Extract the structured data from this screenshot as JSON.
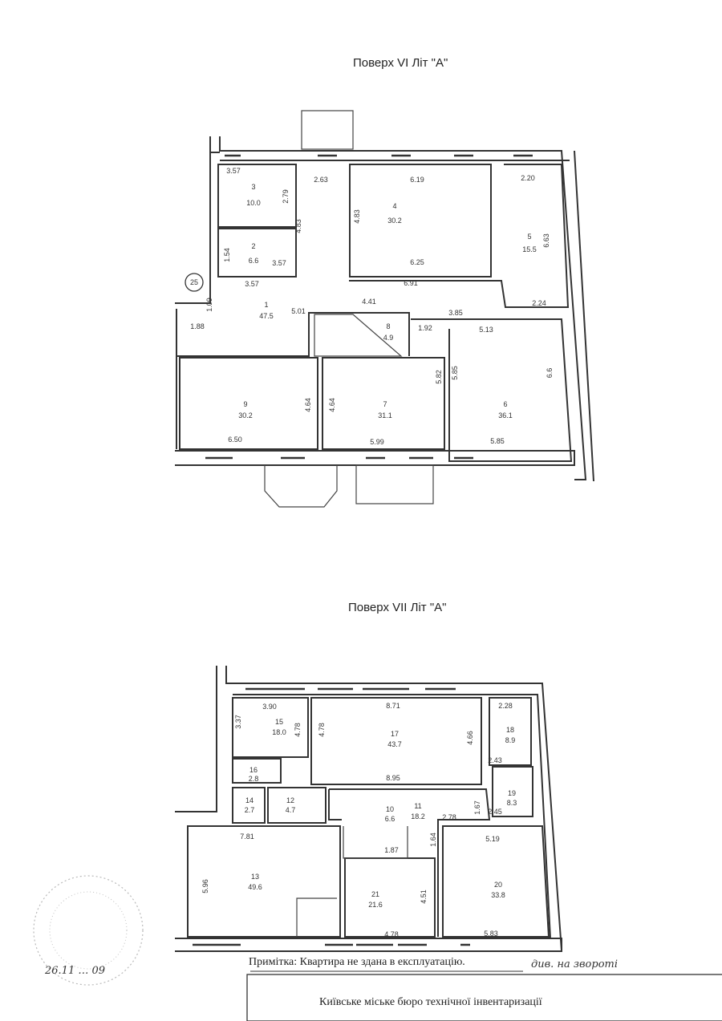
{
  "floor6": {
    "title": "Поверх VI   Літ \"А\"",
    "marker": "25",
    "rooms": [
      {
        "no": "3",
        "area": "10.0"
      },
      {
        "no": "2",
        "area": "6.6"
      },
      {
        "no": "4",
        "area": "30.2"
      },
      {
        "no": "5",
        "area": "15.5"
      },
      {
        "no": "1",
        "area": "47.5"
      },
      {
        "no": "8",
        "area": "4.9"
      },
      {
        "no": "9",
        "area": "30.2"
      },
      {
        "no": "7",
        "area": "31.1"
      },
      {
        "no": "6",
        "area": "36.1"
      }
    ],
    "dims": [
      "3.57",
      "2.79",
      "2.63",
      "6.19",
      "4.83",
      "4.83",
      "2.20",
      "6.63",
      "1.54",
      "3.57",
      "3.57",
      "6.25",
      "6.91",
      "2.24",
      "1.09",
      "5.01",
      "4.41",
      "3.85",
      "1.92",
      "5.13",
      "1.88",
      "5.85",
      "6.6",
      "4.64",
      "4.64",
      "5.82",
      "6.50",
      "5.99",
      "5.85"
    ]
  },
  "floor7": {
    "title": "Поверх VII   Літ \"А\"",
    "rooms": [
      {
        "no": "15",
        "area": "18.0"
      },
      {
        "no": "17",
        "area": "43.7"
      },
      {
        "no": "18",
        "area": "8.9"
      },
      {
        "no": "16",
        "area": "2.8"
      },
      {
        "no": "14",
        "area": "2.7"
      },
      {
        "no": "12",
        "area": "4.7"
      },
      {
        "no": "10",
        "area": "6.6"
      },
      {
        "no": "11",
        "area": "18.2"
      },
      {
        "no": "19",
        "area": "8.3"
      },
      {
        "no": "13",
        "area": "49.6"
      },
      {
        "no": "21",
        "area": "21.6"
      },
      {
        "no": "20",
        "area": "33.8"
      }
    ],
    "dims": [
      "3.90",
      "8.71",
      "2.28",
      "3.37",
      "4.78",
      "4.78",
      "4.66",
      "2.43",
      "8.95",
      "1.67",
      "2.45",
      "2.78",
      "7.81",
      "5.19",
      "1.87",
      "1.64",
      "5.96",
      "4.51",
      "4.78",
      "5.83"
    ]
  },
  "note": "Примітка: Квартира не здана в експлуатацію.",
  "handwritten_note": "див. на звороті",
  "signature_date": "26.11 … 09",
  "bureau": "Київське міське бюро технічної інвентаризації"
}
